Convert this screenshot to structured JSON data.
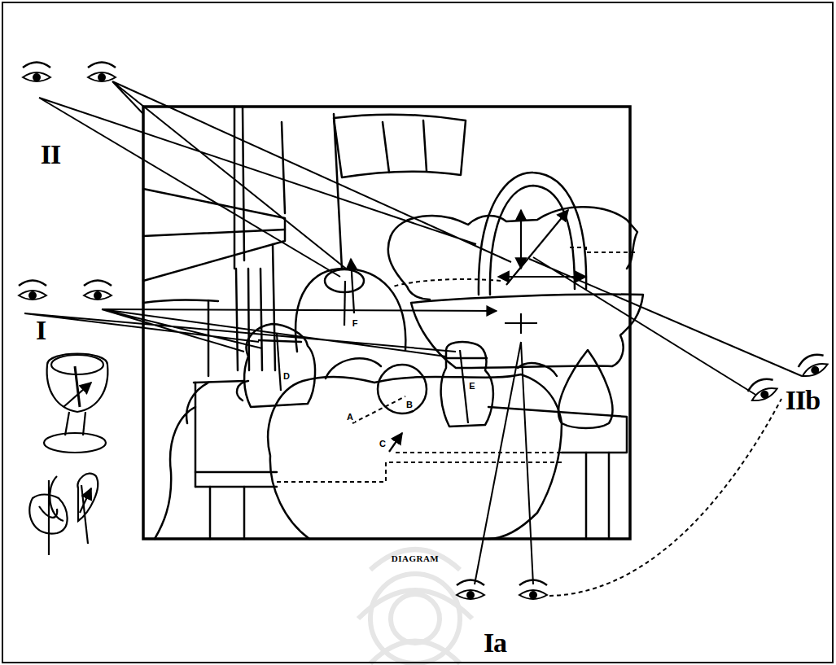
{
  "diagram": {
    "caption": "DIAGRAM",
    "labels": [
      "II",
      "I",
      "F",
      "D",
      "E",
      "B",
      "A",
      "C",
      "IIb",
      "Ia"
    ]
  }
}
